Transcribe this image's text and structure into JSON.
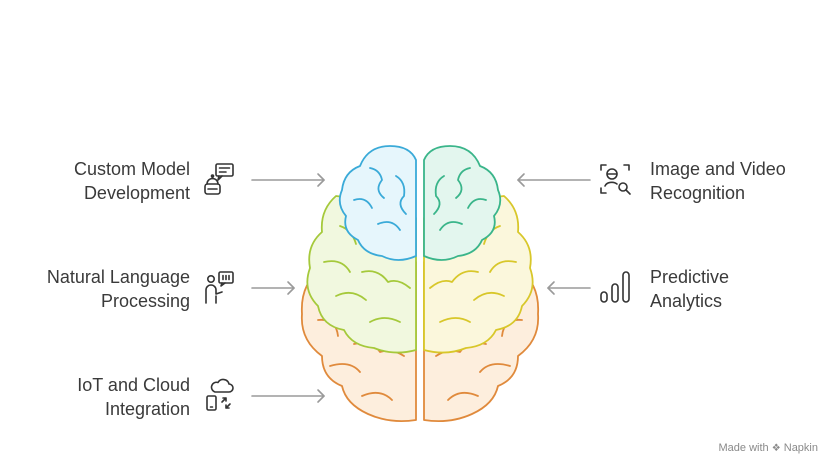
{
  "items": {
    "custom_model": {
      "line1": "Custom Model",
      "line2": "Development",
      "icon": "robot-chat-icon"
    },
    "nlp": {
      "line1": "Natural Language",
      "line2": "Processing",
      "icon": "person-speech-icon"
    },
    "iot": {
      "line1": "IoT and Cloud",
      "line2": "Integration",
      "icon": "cloud-device-icon"
    },
    "image_video": {
      "line1": "Image and Video",
      "line2": "Recognition",
      "icon": "face-scan-icon"
    },
    "predictive": {
      "line1": "Predictive",
      "line2": "Analytics",
      "icon": "bar-chart-icon"
    }
  },
  "watermark": {
    "text": "Made with",
    "brand": "Napkin"
  },
  "colors": {
    "cyan": "#3aaad8",
    "teal": "#3ab58a",
    "lime": "#a5c93b",
    "yellow": "#d8c72a",
    "orange": "#e08a3c",
    "arrow": "#9a9a9a",
    "text": "#3a3a3a"
  }
}
